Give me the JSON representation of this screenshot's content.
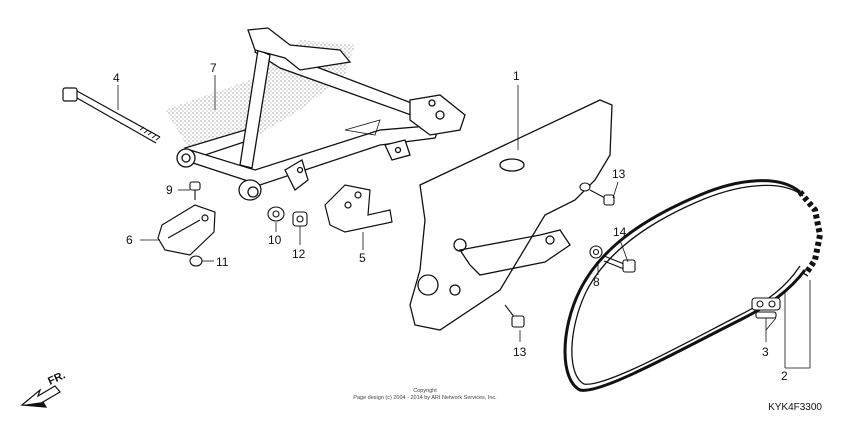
{
  "callouts": {
    "c1": "1",
    "c2": "2",
    "c3": "3",
    "c4": "4",
    "c5": "5",
    "c6": "6",
    "c7": "7",
    "c8": "8",
    "c9": "9",
    "c10": "10",
    "c11": "11",
    "c12": "12",
    "c13a": "13",
    "c13b": "13",
    "c14": "14"
  },
  "direction_label": "FR.",
  "copyright": {
    "line1": "Copyright",
    "line2": "Page design (c) 2004 - 2014 by ARI Network Services, Inc."
  },
  "diagram_code": "KYK4F3300"
}
